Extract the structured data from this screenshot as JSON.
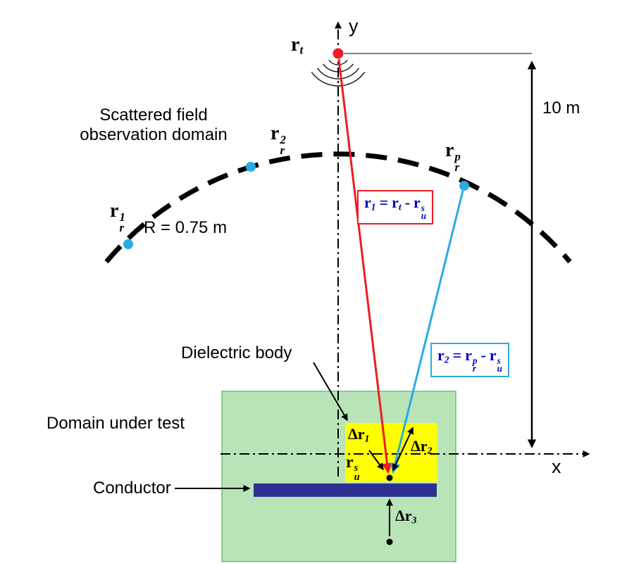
{
  "figure": {
    "axes": {
      "x": "x",
      "y": "y"
    },
    "transmitter": {
      "main": "r",
      "sub": "t"
    },
    "observation_domain": {
      "label_line1": "Scattered field",
      "label_line2": "observation domain",
      "radius": "R = 0.75 m",
      "height": "10 m",
      "receiver1": {
        "main": "r",
        "sup": "1",
        "sub": "r"
      },
      "receiver2": {
        "main": "r",
        "sup": "2",
        "sub": "r"
      },
      "receiverp": {
        "main": "r",
        "sup": "p",
        "sub": "r"
      }
    },
    "equations": {
      "eq1": {
        "v": "r",
        "v_sub": "1",
        "rel": "=",
        "a": "r",
        "a_sub": "t",
        "op": "-",
        "b": "r",
        "b_sup": "s",
        "b_sub": "u"
      },
      "eq2": {
        "v": "r",
        "v_sub": "2",
        "rel": "=",
        "a": "r",
        "a_sup": "p",
        "a_sub": "r",
        "op": "-",
        "b": "r",
        "b_sup": "s",
        "b_sub": "u"
      }
    },
    "regions": {
      "domain_under_test": "Domain under test",
      "dielectric_body": "Dielectric body",
      "conductor": "Conductor"
    },
    "scatterer": {
      "dr1": {
        "main": "Δr",
        "sub": "1"
      },
      "dr2": {
        "main": "Δr",
        "sub": "2"
      },
      "dr3": {
        "main": "Δr",
        "sub": "3"
      },
      "rus": {
        "main": "r",
        "sup": "s",
        "sub": "u"
      }
    },
    "colors": {
      "red": "#ed1c24",
      "cyan": "#29abe2",
      "equation_text": "#0000cd",
      "green_fill": "#b8e4b8",
      "green_border": "#6fbf6f",
      "yellow_fill": "#ffff00",
      "conductor_fill": "#2e3192",
      "black": "#000000"
    }
  }
}
